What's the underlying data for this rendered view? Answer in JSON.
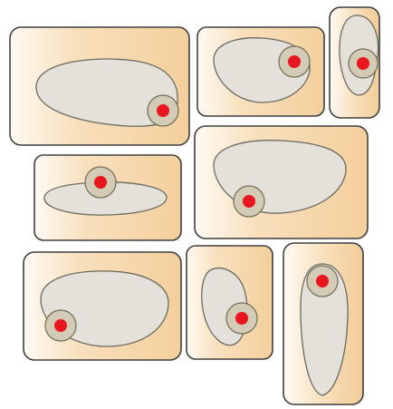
{
  "colors": {
    "background": "#ffffff",
    "frame_stroke": "#3f3f3f",
    "frame_fill_light": "#fffaf3",
    "frame_fill_warm": "#f4cf9c",
    "body_fill": "#e4e1da",
    "nucleus_outer_fill": "#d3cbb5",
    "nucleus_core_fill": "#e8171f"
  },
  "cells": [
    {
      "id": "cell-1",
      "gradient": "left-to-right"
    },
    {
      "id": "cell-2",
      "gradient": "left-to-right"
    },
    {
      "id": "cell-3",
      "gradient": "left-to-right"
    },
    {
      "id": "cell-4",
      "gradient": "left-to-right"
    },
    {
      "id": "cell-5",
      "gradient": "left-to-right"
    },
    {
      "id": "cell-6",
      "gradient": "left-to-right"
    },
    {
      "id": "cell-7",
      "gradient": "left-to-right"
    },
    {
      "id": "cell-8",
      "gradient": "left-to-right"
    }
  ]
}
